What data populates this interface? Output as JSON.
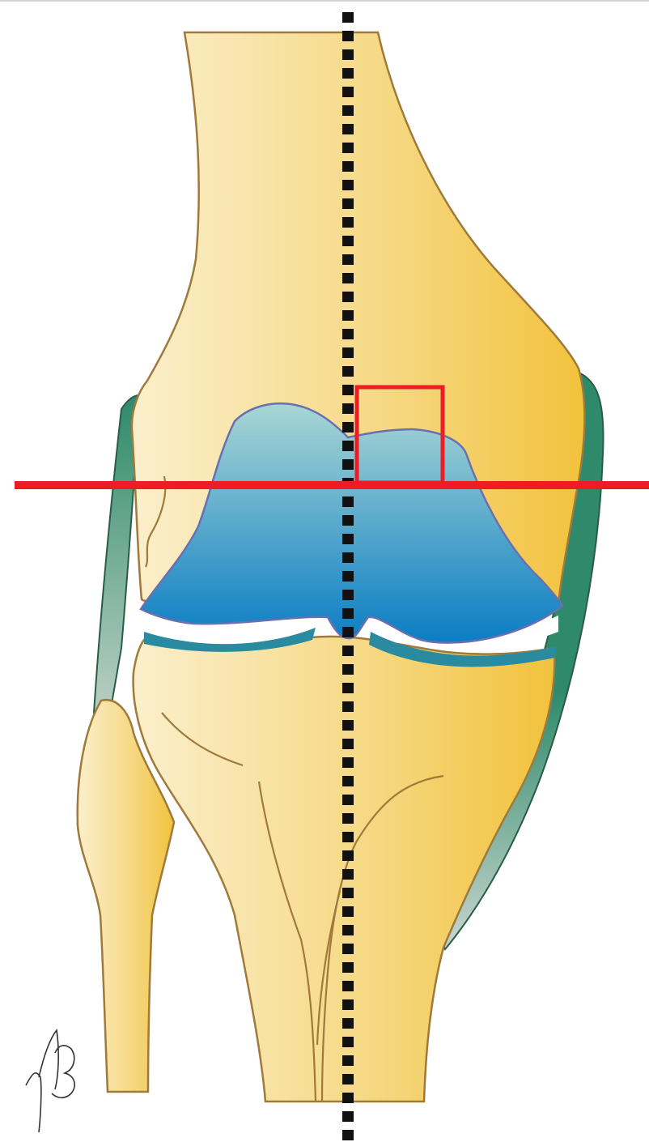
{
  "illustration": {
    "subject": "knee-joint-anterior-view",
    "structures": [
      "femur",
      "tibia",
      "fibula",
      "patella",
      "medial-collateral-ligament",
      "lateral-collateral-ligament",
      "tibial-plateau-cartilage"
    ],
    "signature": "MB"
  },
  "overlays": {
    "vertical_axis": {
      "style": "dotted",
      "color": "#111111"
    },
    "horizontal_line": {
      "color": "#ee1c25"
    },
    "highlight_box": {
      "color": "#ee1c25"
    }
  },
  "colors": {
    "bone_light": "#fbefcc",
    "bone_mid": "#f6d985",
    "bone_dark": "#f2c23c",
    "bone_outline": "#a07a3a",
    "patella_top": "#a9d6d4",
    "patella_bottom": "#0a7dc4",
    "patella_outline": "#6a6fb0",
    "ligament": "#2e8a6a",
    "ligament_outline": "#2c5b4a",
    "cartilage": "#2a8aa0",
    "red": "#ee1c25",
    "axis": "#111111"
  }
}
